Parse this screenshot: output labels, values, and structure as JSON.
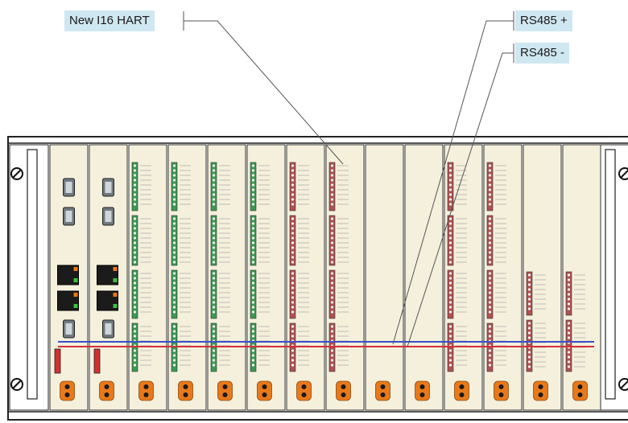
{
  "callouts": {
    "hart": "New I16 HART",
    "rs485_plus": "RS485 +",
    "rs485_minus": "RS485 -"
  },
  "rack": {
    "modules": [
      {
        "name": "module-comm-1",
        "type": "comm"
      },
      {
        "name": "module-comm-2",
        "type": "comm"
      },
      {
        "name": "module-io-green-1",
        "type": "io",
        "color": "green"
      },
      {
        "name": "module-io-green-2",
        "type": "io",
        "color": "green"
      },
      {
        "name": "module-io-green-3",
        "type": "io",
        "color": "green"
      },
      {
        "name": "module-io-green-4",
        "type": "io",
        "color": "green"
      },
      {
        "name": "module-io-red-1",
        "type": "io",
        "color": "red"
      },
      {
        "name": "module-i16-hart",
        "type": "io",
        "color": "red"
      },
      {
        "name": "module-blank-1",
        "type": "blank"
      },
      {
        "name": "module-blank-2",
        "type": "blank"
      },
      {
        "name": "module-io-red-2",
        "type": "io",
        "color": "red"
      },
      {
        "name": "module-io-red-3",
        "type": "io",
        "color": "red"
      },
      {
        "name": "module-io-red-short-1",
        "type": "io-short",
        "color": "red"
      },
      {
        "name": "module-io-red-short-2",
        "type": "io-short",
        "color": "red"
      }
    ]
  },
  "bus": {
    "rs485_plus_color": "#3a4fc8",
    "rs485_minus_color": "#d0323c"
  },
  "colors": {
    "module_face": "#f5f0dc",
    "terminal_green": "#3a9a52",
    "terminal_red": "#b05050",
    "connector_orange": "#e8791a",
    "callout_bg": "#cfe7f1"
  }
}
